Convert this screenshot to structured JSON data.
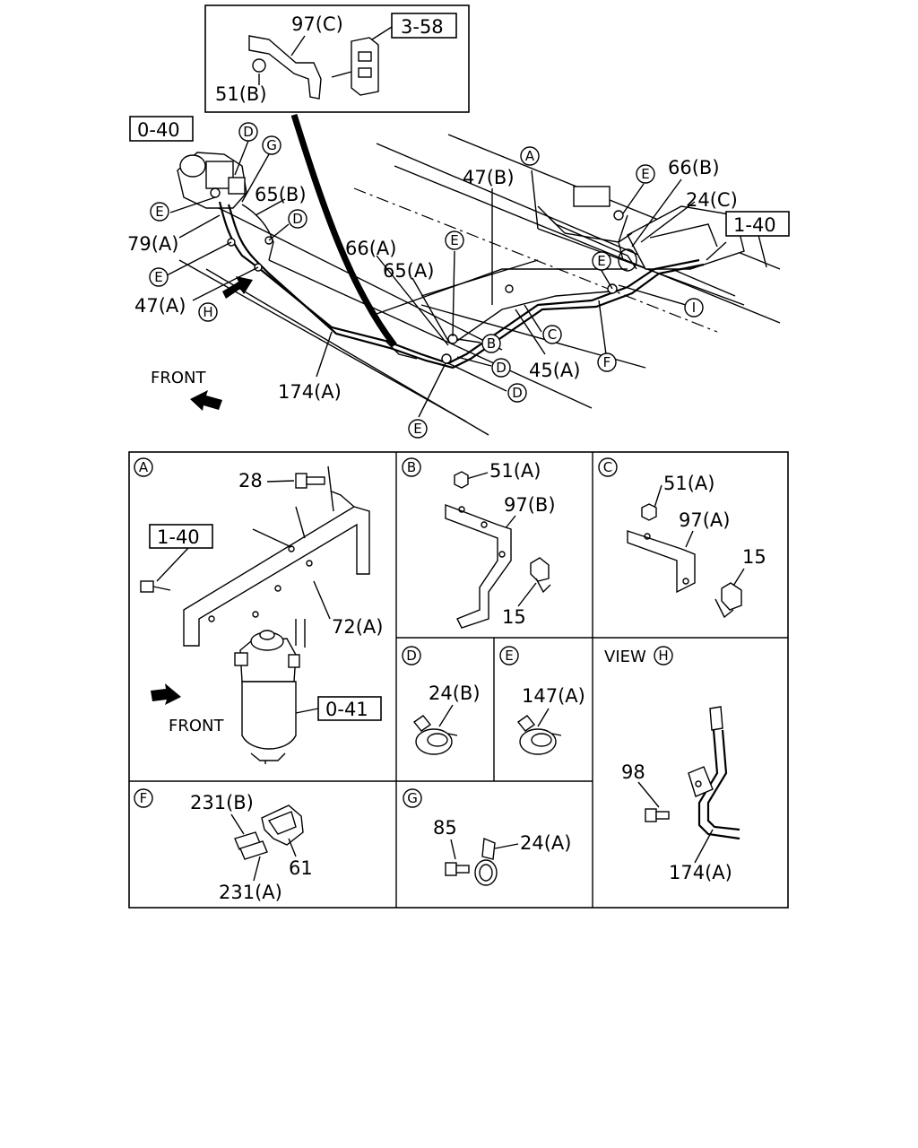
{
  "top": {
    "inset_labels": {
      "bracket": "97(C)",
      "nut": "51(B)",
      "ref": "3-58"
    },
    "refs": {
      "r040": "0-40",
      "r140": "1-40"
    },
    "labels": {
      "d1": "D",
      "g": "G",
      "e1": "E",
      "l79a": "79(A)",
      "e2": "E",
      "l47a": "47(A)",
      "h": "H",
      "l65b": "65(B)",
      "d2": "D",
      "l66a": "66(A)",
      "l65a": "65(A)",
      "e3": "E",
      "l47b": "47(B)",
      "a": "A",
      "e4": "E",
      "l66b": "66(B)",
      "l24c": "24(C)",
      "e5": "E",
      "i": "I",
      "b": "B",
      "c": "C",
      "d3": "D",
      "d4": "D",
      "l45a": "45(A)",
      "f": "F",
      "l174a": "174(A)",
      "e6": "E"
    },
    "front": "FRONT"
  },
  "panels": {
    "A": {
      "letter": "A",
      "l28": "28",
      "ref140": "1-40",
      "l72a": "72(A)",
      "ref041": "0-41",
      "front": "FRONT"
    },
    "B": {
      "letter": "B",
      "l51a": "51(A)",
      "l97b": "97(B)",
      "l15": "15"
    },
    "C": {
      "letter": "C",
      "l51a": "51(A)",
      "l97a": "97(A)",
      "l15": "15"
    },
    "D": {
      "letter": "D",
      "l24b": "24(B)"
    },
    "E": {
      "letter": "E",
      "l147a": "147(A)"
    },
    "H": {
      "view": "VIEW",
      "letter": "H",
      "l98": "98",
      "l174a": "174(A)"
    },
    "F": {
      "letter": "F",
      "l231b": "231(B)",
      "l231a": "231(A)",
      "l61": "61"
    },
    "G": {
      "letter": "G",
      "l85": "85",
      "l24a": "24(A)"
    }
  }
}
